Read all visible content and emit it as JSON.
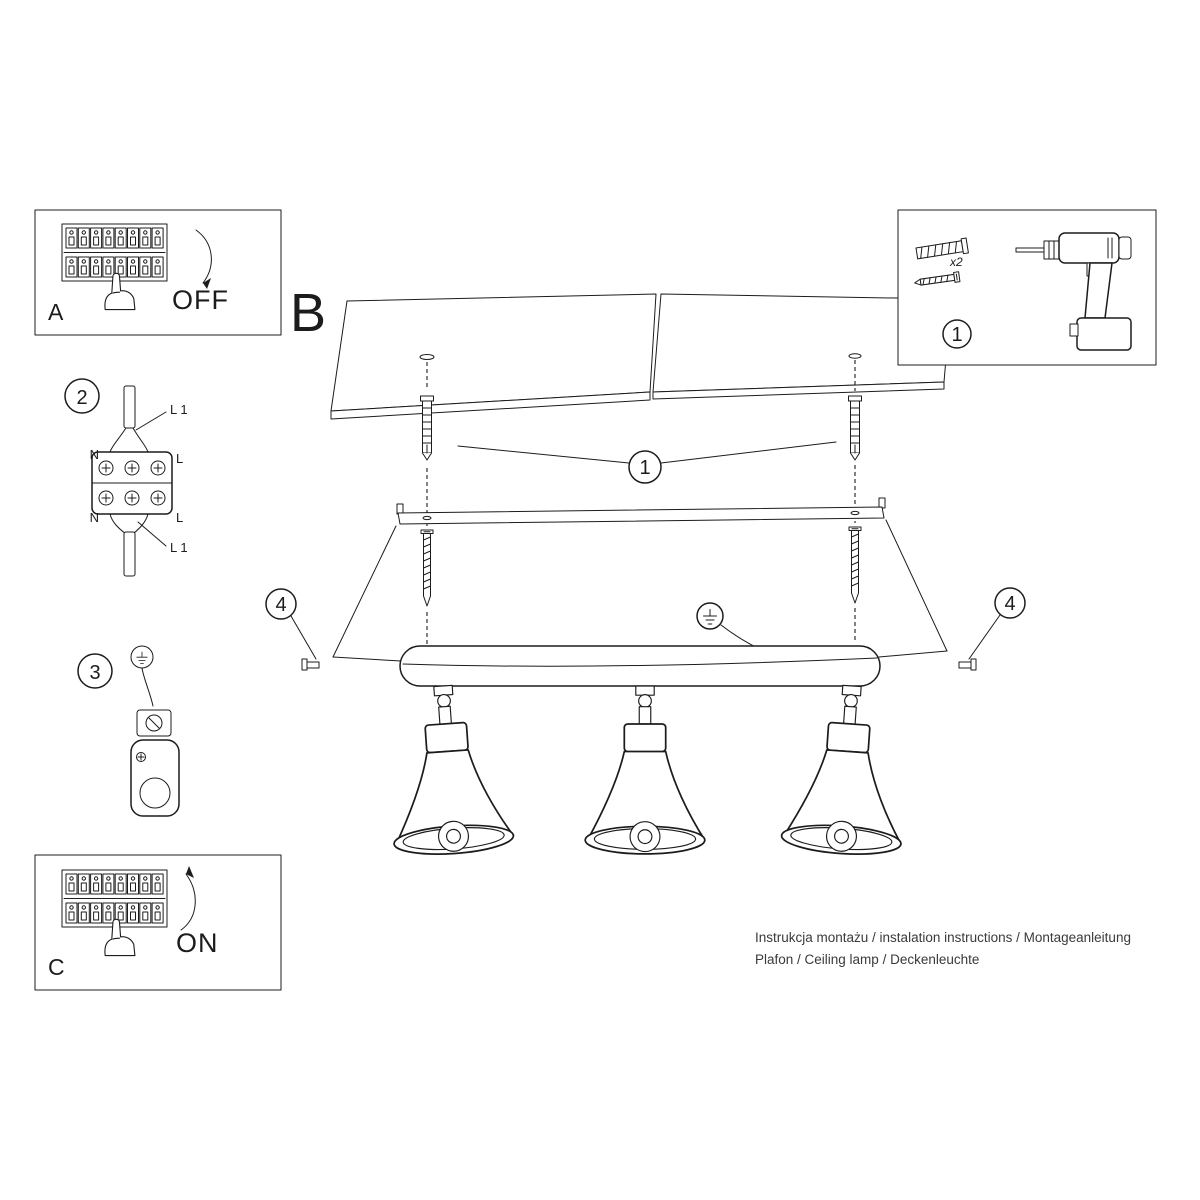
{
  "sections": {
    "a": {
      "letter": "A",
      "switch": "OFF"
    },
    "b": {
      "letter": "B"
    },
    "c": {
      "letter": "C",
      "switch": "ON"
    },
    "parts_box": {
      "step": "1",
      "dowel_qty": "x2"
    },
    "steps": {
      "anchors": "1",
      "wiring": "2",
      "ground": "3",
      "side_screws": "4"
    }
  },
  "wiring": {
    "cable_top": "L 1",
    "cable_bottom": "L 1",
    "neutral_top": "N",
    "neutral_bottom": "N",
    "live_top": "L",
    "live_bottom": "L"
  },
  "footer": {
    "line1": "Instrukcja montażu / instalation instructions / Montageanleitung",
    "line2": "Plafon / Ceiling lamp / Deckenleuchte"
  }
}
